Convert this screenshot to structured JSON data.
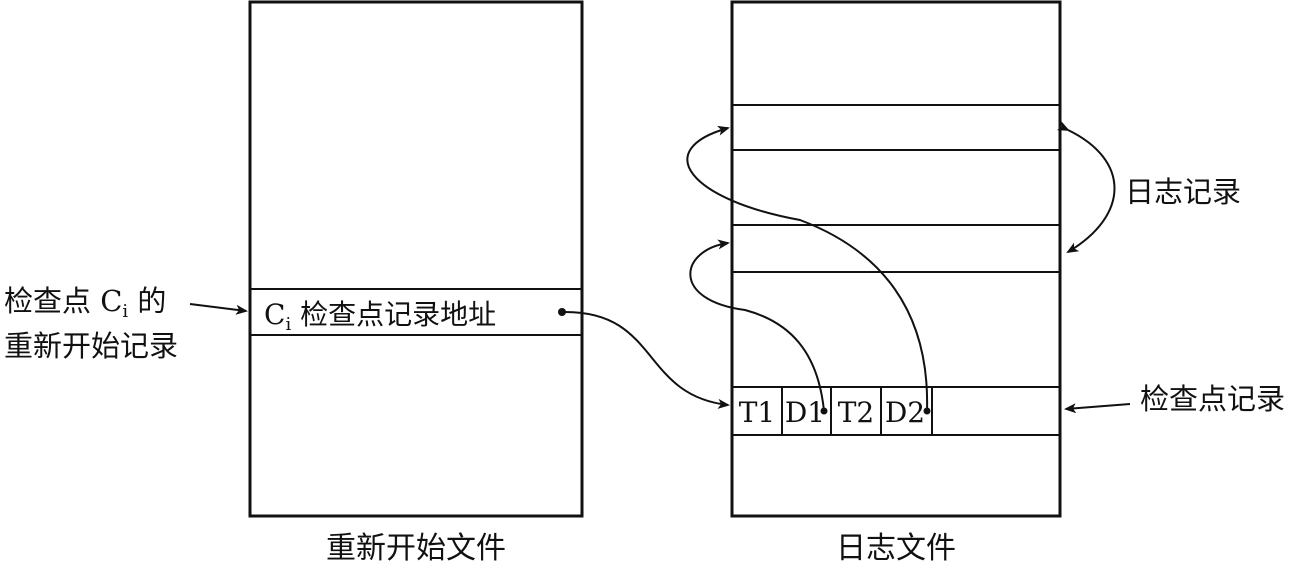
{
  "restart_file": {
    "caption": "重新开始文件",
    "record_text": "检查点记录地址",
    "record_prefix": "C",
    "record_sub": "i"
  },
  "log_file": {
    "caption": "日志文件",
    "cells": [
      "T1",
      "D1",
      "T2",
      "D2"
    ]
  },
  "labels": {
    "left_line1_a": "检查点 C",
    "left_line1_sub": "i",
    "left_line1_b": " 的",
    "left_line2": "重新开始记录",
    "log_records": "日志记录",
    "checkpoint_record": "检查点记录"
  },
  "colors": {
    "ink": "#111111",
    "background": "#ffffff"
  }
}
